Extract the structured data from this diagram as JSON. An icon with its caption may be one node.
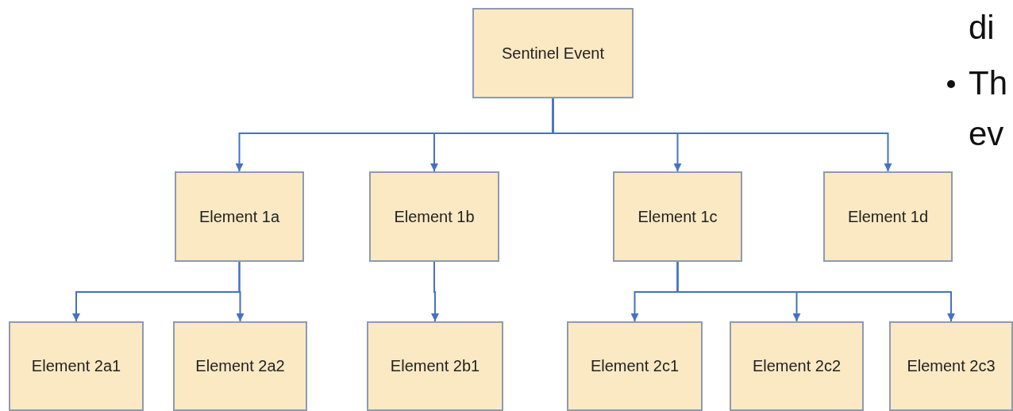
{
  "diagram": {
    "nodes": [
      {
        "text": [
          "Sentinel Event"
        ]
      },
      {
        "text": [
          "Element 1a"
        ]
      },
      {
        "text": [
          "Element 1b"
        ]
      },
      {
        "text": [
          "Element 1c"
        ]
      },
      {
        "text": [
          "Element 1d"
        ]
      },
      {
        "text": [
          "Element 2a1"
        ]
      },
      {
        "text": [
          "Element 2a2"
        ]
      },
      {
        "text": [
          "Element 2b1"
        ]
      },
      {
        "text": [
          "Element 2c1"
        ]
      },
      {
        "text": [
          "Element 2c2"
        ]
      },
      {
        "text": [
          "Element 2c3"
        ]
      }
    ],
    "edges": [
      {
        "from": 0,
        "to": 1,
        "arrow": "to"
      },
      {
        "from": 0,
        "to": 2,
        "arrow": "to"
      },
      {
        "from": 0,
        "to": 3,
        "arrow": "to"
      },
      {
        "from": 0,
        "to": 4,
        "arrow": "to"
      },
      {
        "from": 1,
        "to": 5,
        "arrow": "to"
      },
      {
        "from": 1,
        "to": 6,
        "arrow": "to"
      },
      {
        "from": 2,
        "to": 7,
        "arrow": "to"
      },
      {
        "from": 3,
        "to": 8,
        "arrow": "to"
      },
      {
        "from": 3,
        "to": 9,
        "arrow": "to"
      },
      {
        "from": 3,
        "to": 10,
        "arrow": "to"
      }
    ],
    "labels": [
      "di",
      "Th",
      "ev"
    ]
  }
}
